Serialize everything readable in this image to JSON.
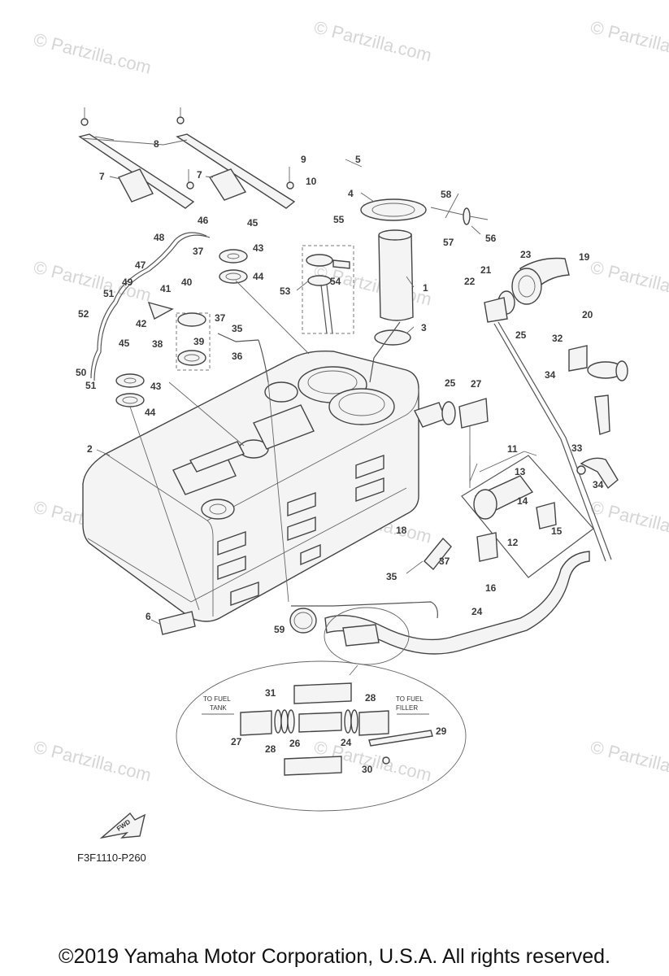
{
  "watermark": "© Partzilla.com",
  "diagram_code": "F3F1110-P260",
  "copyright": "©2019  Yamaha Motor Corporation, U.S.A. All rights reserved.",
  "labels": {
    "to_fuel_tank_1": "TO FUEL",
    "to_fuel_tank_2": "TANK",
    "to_fuel_filler_1": "TO FUEL",
    "to_fuel_filler_2": "FILLER",
    "fwd": "FWD"
  },
  "callouts": [
    "1",
    "2",
    "3",
    "4",
    "5",
    "6",
    "7",
    "8",
    "9",
    "10",
    "11",
    "12",
    "13",
    "14",
    "15",
    "16",
    "18",
    "19",
    "20",
    "21",
    "22",
    "23",
    "24",
    "25",
    "26",
    "27",
    "28",
    "29",
    "30",
    "31",
    "32",
    "33",
    "34",
    "35",
    "36",
    "37",
    "38",
    "39",
    "40",
    "41",
    "42",
    "43",
    "44",
    "45",
    "46",
    "47",
    "48",
    "49",
    "50",
    "51",
    "52",
    "53",
    "54",
    "55",
    "56",
    "57",
    "58",
    "59"
  ]
}
